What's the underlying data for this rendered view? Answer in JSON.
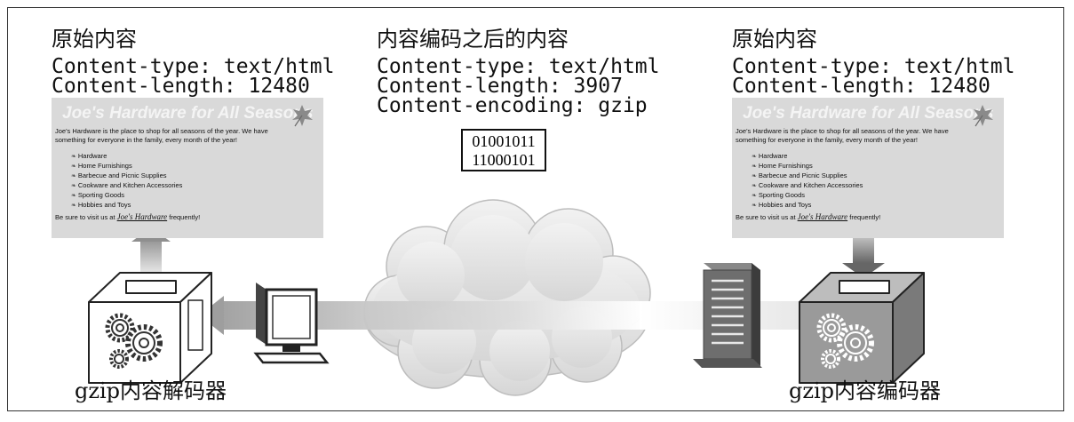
{
  "left": {
    "heading": "原始内容",
    "header_lines": [
      "Content-type: text/html",
      "Content-length: 12480"
    ]
  },
  "middle": {
    "heading": "内容编码之后的内容",
    "header_lines": [
      "Content-type: text/html",
      "Content-length: 3907",
      "Content-encoding: gzip"
    ],
    "binary_lines": [
      "01001011",
      "11000101"
    ]
  },
  "right": {
    "heading": "原始内容",
    "header_lines": [
      "Content-type: text/html",
      "Content-length: 12480"
    ]
  },
  "web_page": {
    "title": "Joe's Hardware for All Seasons",
    "intro": "Joe's Hardware is the place to shop for all seasons of the year. We have something for everyone in the family, every month of the year!",
    "items": [
      "Hardware",
      "Home Furnishings",
      "Barbecue and Picnic Supplies",
      "Cookware and Kitchen Accessories",
      "Sporting Goods",
      "Hobbies and Toys"
    ],
    "footer_prefix": "Be sure to visit us at",
    "footer_link": "Joe's Hardware",
    "footer_suffix": "frequently!"
  },
  "decoder_label": "gzip内容解码器",
  "encoder_label": "gzip内容编码器",
  "colors": {
    "page_bg": "#d9d9d9",
    "cloud": "#e4e4e4",
    "encoder_box": "#9a9a9a",
    "decoder_box": "#ffffff"
  },
  "icons": [
    "leaf-icon",
    "gear-icon",
    "computer-monitor-icon",
    "server-tower-icon",
    "cloud-icon",
    "up-arrow-icon",
    "down-arrow-icon"
  ]
}
